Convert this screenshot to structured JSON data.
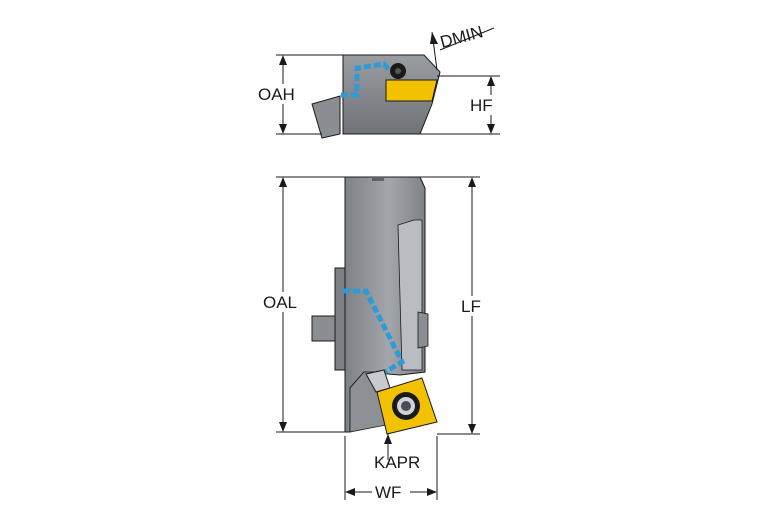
{
  "labels": {
    "dmin": "DMIN",
    "oah": "OAH",
    "hf": "HF",
    "oal": "OAL",
    "lf": "LF",
    "kapr": "KAPR",
    "wf": "WF"
  },
  "colors": {
    "body_gray": "#8a8d92",
    "body_light": "#b9bcc0",
    "coolant_blue": "#2e9bd6",
    "insert_yellow": "#f2c200",
    "outline": "#1a1a1a"
  }
}
